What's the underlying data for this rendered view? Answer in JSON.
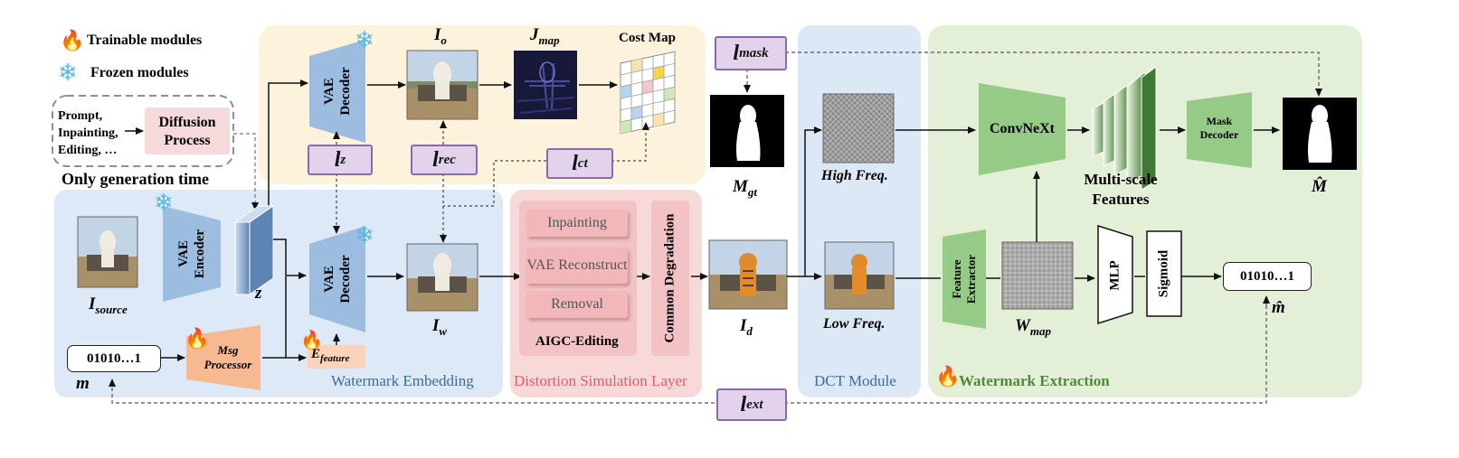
{
  "legend": {
    "trainable_label": "Trainable modules",
    "frozen_label": "Frozen modules",
    "fire_icon": "fire-icon",
    "snowflake_icon": "snowflake-icon"
  },
  "generation": {
    "inputs_label": [
      "Prompt,",
      "Inpainting,",
      "Editing, …"
    ],
    "diffusion_label": [
      "Diffusion",
      "Process"
    ],
    "only_generation_label": "Only generation time"
  },
  "top_panel": {
    "vae_decoder": "VAE Decoder",
    "io_label": {
      "main": "I",
      "sub": "o"
    },
    "jmap_label": {
      "main": "J",
      "sub": "map"
    },
    "cost_map_label": "Cost Map"
  },
  "losses": {
    "l_mask": {
      "main": "l",
      "sub": "mask"
    },
    "l_z": {
      "main": "l",
      "sub": "z"
    },
    "l_rec": {
      "main": "l",
      "sub": "rec"
    },
    "l_ct": {
      "main": "l",
      "sub": "ct"
    },
    "l_ext": {
      "main": "l",
      "sub": "ext"
    }
  },
  "embedding": {
    "source_label": {
      "main": "I",
      "sub": "source"
    },
    "vae_encoder": "VAE Encoder",
    "z_label": "z",
    "vae_decoder": "VAE Decoder",
    "iw_label": {
      "main": "I",
      "sub": "w"
    },
    "bits": "01010…1",
    "m_label": "m",
    "msg_processor": [
      "Msg",
      "Processor"
    ],
    "e_feature": {
      "main": "E",
      "sub": "feature"
    },
    "panel_title": "Watermark Embedding"
  },
  "distortion": {
    "items": [
      "Inpainting",
      "VAE Reconstruct",
      "Removal"
    ],
    "aigc_label": "AIGC-Editing",
    "common_label": "Common Degradation",
    "panel_title": "Distortion Simulation Layer"
  },
  "mgt_label": {
    "main": "M",
    "sub": "gt"
  },
  "id_label": {
    "main": "I",
    "sub": "d"
  },
  "dct": {
    "high_label": "High Freq.",
    "low_label": "Low Freq.",
    "panel_title": "DCT Module"
  },
  "extraction": {
    "convnext": "ConvNeXt",
    "multiscale_label": [
      "Multi-scale",
      "Features"
    ],
    "mask_decoder": [
      "Mask",
      "Decoder"
    ],
    "mhat_label": "M̂",
    "feature_extractor": [
      "Feature",
      "Extractor"
    ],
    "wmap_label": {
      "main": "W",
      "sub": "map"
    },
    "mlp": "MLP",
    "sigmoid": "Sigmoid",
    "bits_out": "01010…1",
    "mhat_small_label": "m̂",
    "panel_title": "Watermark Extraction"
  },
  "colors": {
    "top_panel": "#fdf3dc",
    "embed_panel": "#dde9f6",
    "distortion_panel": "#f8d9da",
    "dct_panel": "#dce8f5",
    "extract_panel": "#e3efd6",
    "vae_blue": "#9dbde0",
    "green_module": "#95cb86",
    "loss_purple": "#e2d2ec",
    "msg_orange": "#f7b992"
  }
}
